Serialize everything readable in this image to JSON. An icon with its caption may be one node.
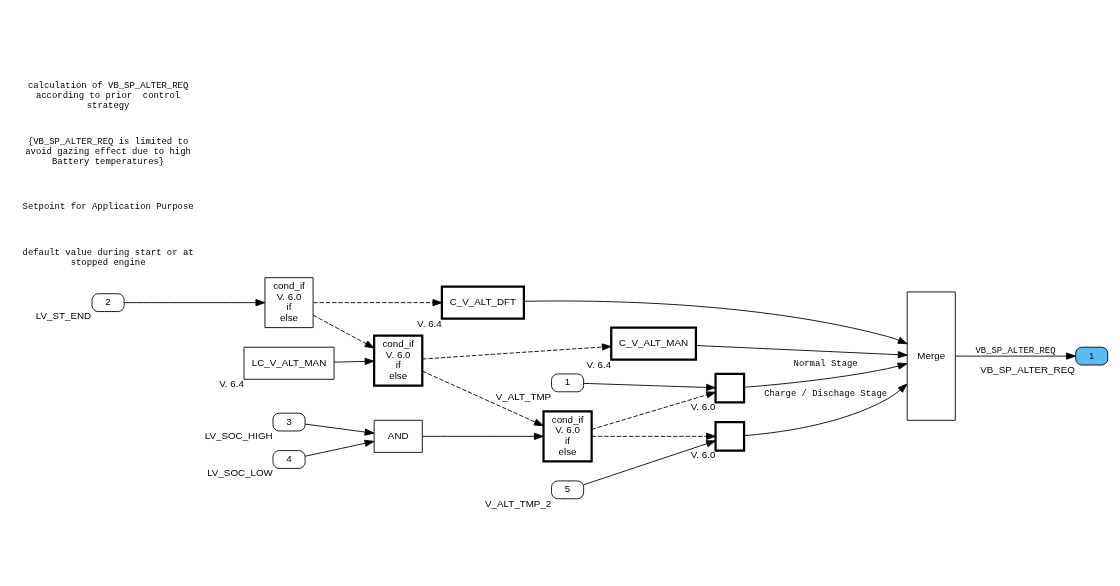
{
  "diagram": {
    "nodes": [
      {
        "text": [
          "2"
        ],
        "beside": [
          "LV_ST_END"
        ]
      },
      {
        "text": [
          "cond_if",
          "V. 6.0",
          "if",
          "else"
        ]
      },
      {
        "text": [
          "C_V_ALT_DFT"
        ],
        "beside": [
          "V. 6.4"
        ]
      },
      {
        "text": [
          "LC_V_ALT_MAN"
        ],
        "beside": [
          "V. 6.4"
        ]
      },
      {
        "text": [
          "cond_if",
          "V. 6.0",
          "if",
          "else"
        ]
      },
      {
        "text": [
          "C_V_ALT_MAN"
        ],
        "beside": [
          "V. 6.4"
        ]
      },
      {
        "text": [
          "3"
        ],
        "beside": [
          "LV_SOC_HIGH"
        ]
      },
      {
        "text": [
          "4"
        ],
        "beside": [
          "LV_SOC_LOW"
        ]
      },
      {
        "text": [
          "AND"
        ]
      },
      {
        "text": [
          "cond_if",
          "V. 6.0",
          "if",
          "else"
        ]
      },
      {
        "text": [
          "1"
        ],
        "beside": [
          "V_ALT_TMP"
        ]
      },
      {
        "text": [
          "5"
        ],
        "beside": [
          "V_ALT_TMP_2"
        ]
      },
      {
        "text": [],
        "shape": "box",
        "beside": [
          "V. 6.0"
        ]
      },
      {
        "text": [],
        "shape": "box",
        "beside": [
          "V. 6.0"
        ]
      },
      {
        "text": [
          "Merge"
        ]
      },
      {
        "text": [
          "1"
        ],
        "beside": [
          "VB_SP_ALTER_REQ"
        ]
      }
    ],
    "edges": [
      {
        "from": 0,
        "to": 1,
        "arrow": "to"
      },
      {
        "from": 1,
        "to": 2,
        "arrow": "to",
        "style": "dashed"
      },
      {
        "from": 1,
        "to": 4,
        "arrow": "to",
        "style": "dashed"
      },
      {
        "from": 2,
        "to": 14,
        "arrow": "to"
      },
      {
        "from": 3,
        "to": 4,
        "arrow": "to"
      },
      {
        "from": 4,
        "to": 5,
        "arrow": "to",
        "style": "dashed"
      },
      {
        "from": 4,
        "to": 9,
        "arrow": "to",
        "style": "dashed"
      },
      {
        "from": 5,
        "to": 14,
        "arrow": "to"
      },
      {
        "from": 6,
        "to": 8,
        "arrow": "to"
      },
      {
        "from": 7,
        "to": 8,
        "arrow": "to"
      },
      {
        "from": 8,
        "to": 9,
        "arrow": "to"
      },
      {
        "from": 9,
        "to": 12,
        "arrow": "to",
        "style": "dashed"
      },
      {
        "from": 9,
        "to": 13,
        "arrow": "to",
        "style": "dashed"
      },
      {
        "from": 10,
        "to": 12,
        "arrow": "to"
      },
      {
        "from": 11,
        "to": 13,
        "arrow": "to"
      },
      {
        "from": 12,
        "to": 14,
        "arrow": "to",
        "label": "Normal Stage"
      },
      {
        "from": 13,
        "to": 14,
        "arrow": "to",
        "label": "Charge / Dischage Stage"
      },
      {
        "from": 14,
        "to": 15,
        "arrow": "to",
        "label": "VB_SP_ALTER_REQ"
      }
    ],
    "labels": [
      "default value during start or at stopped engine",
      "Setpoint for Application Purpose",
      "{VB_SP_ALTER_REQ is limited to avoid gazing effect due to high Battery temperatures}",
      "calculation of VB_SP_ALTER_REQ according to prior  control strategy"
    ]
  }
}
